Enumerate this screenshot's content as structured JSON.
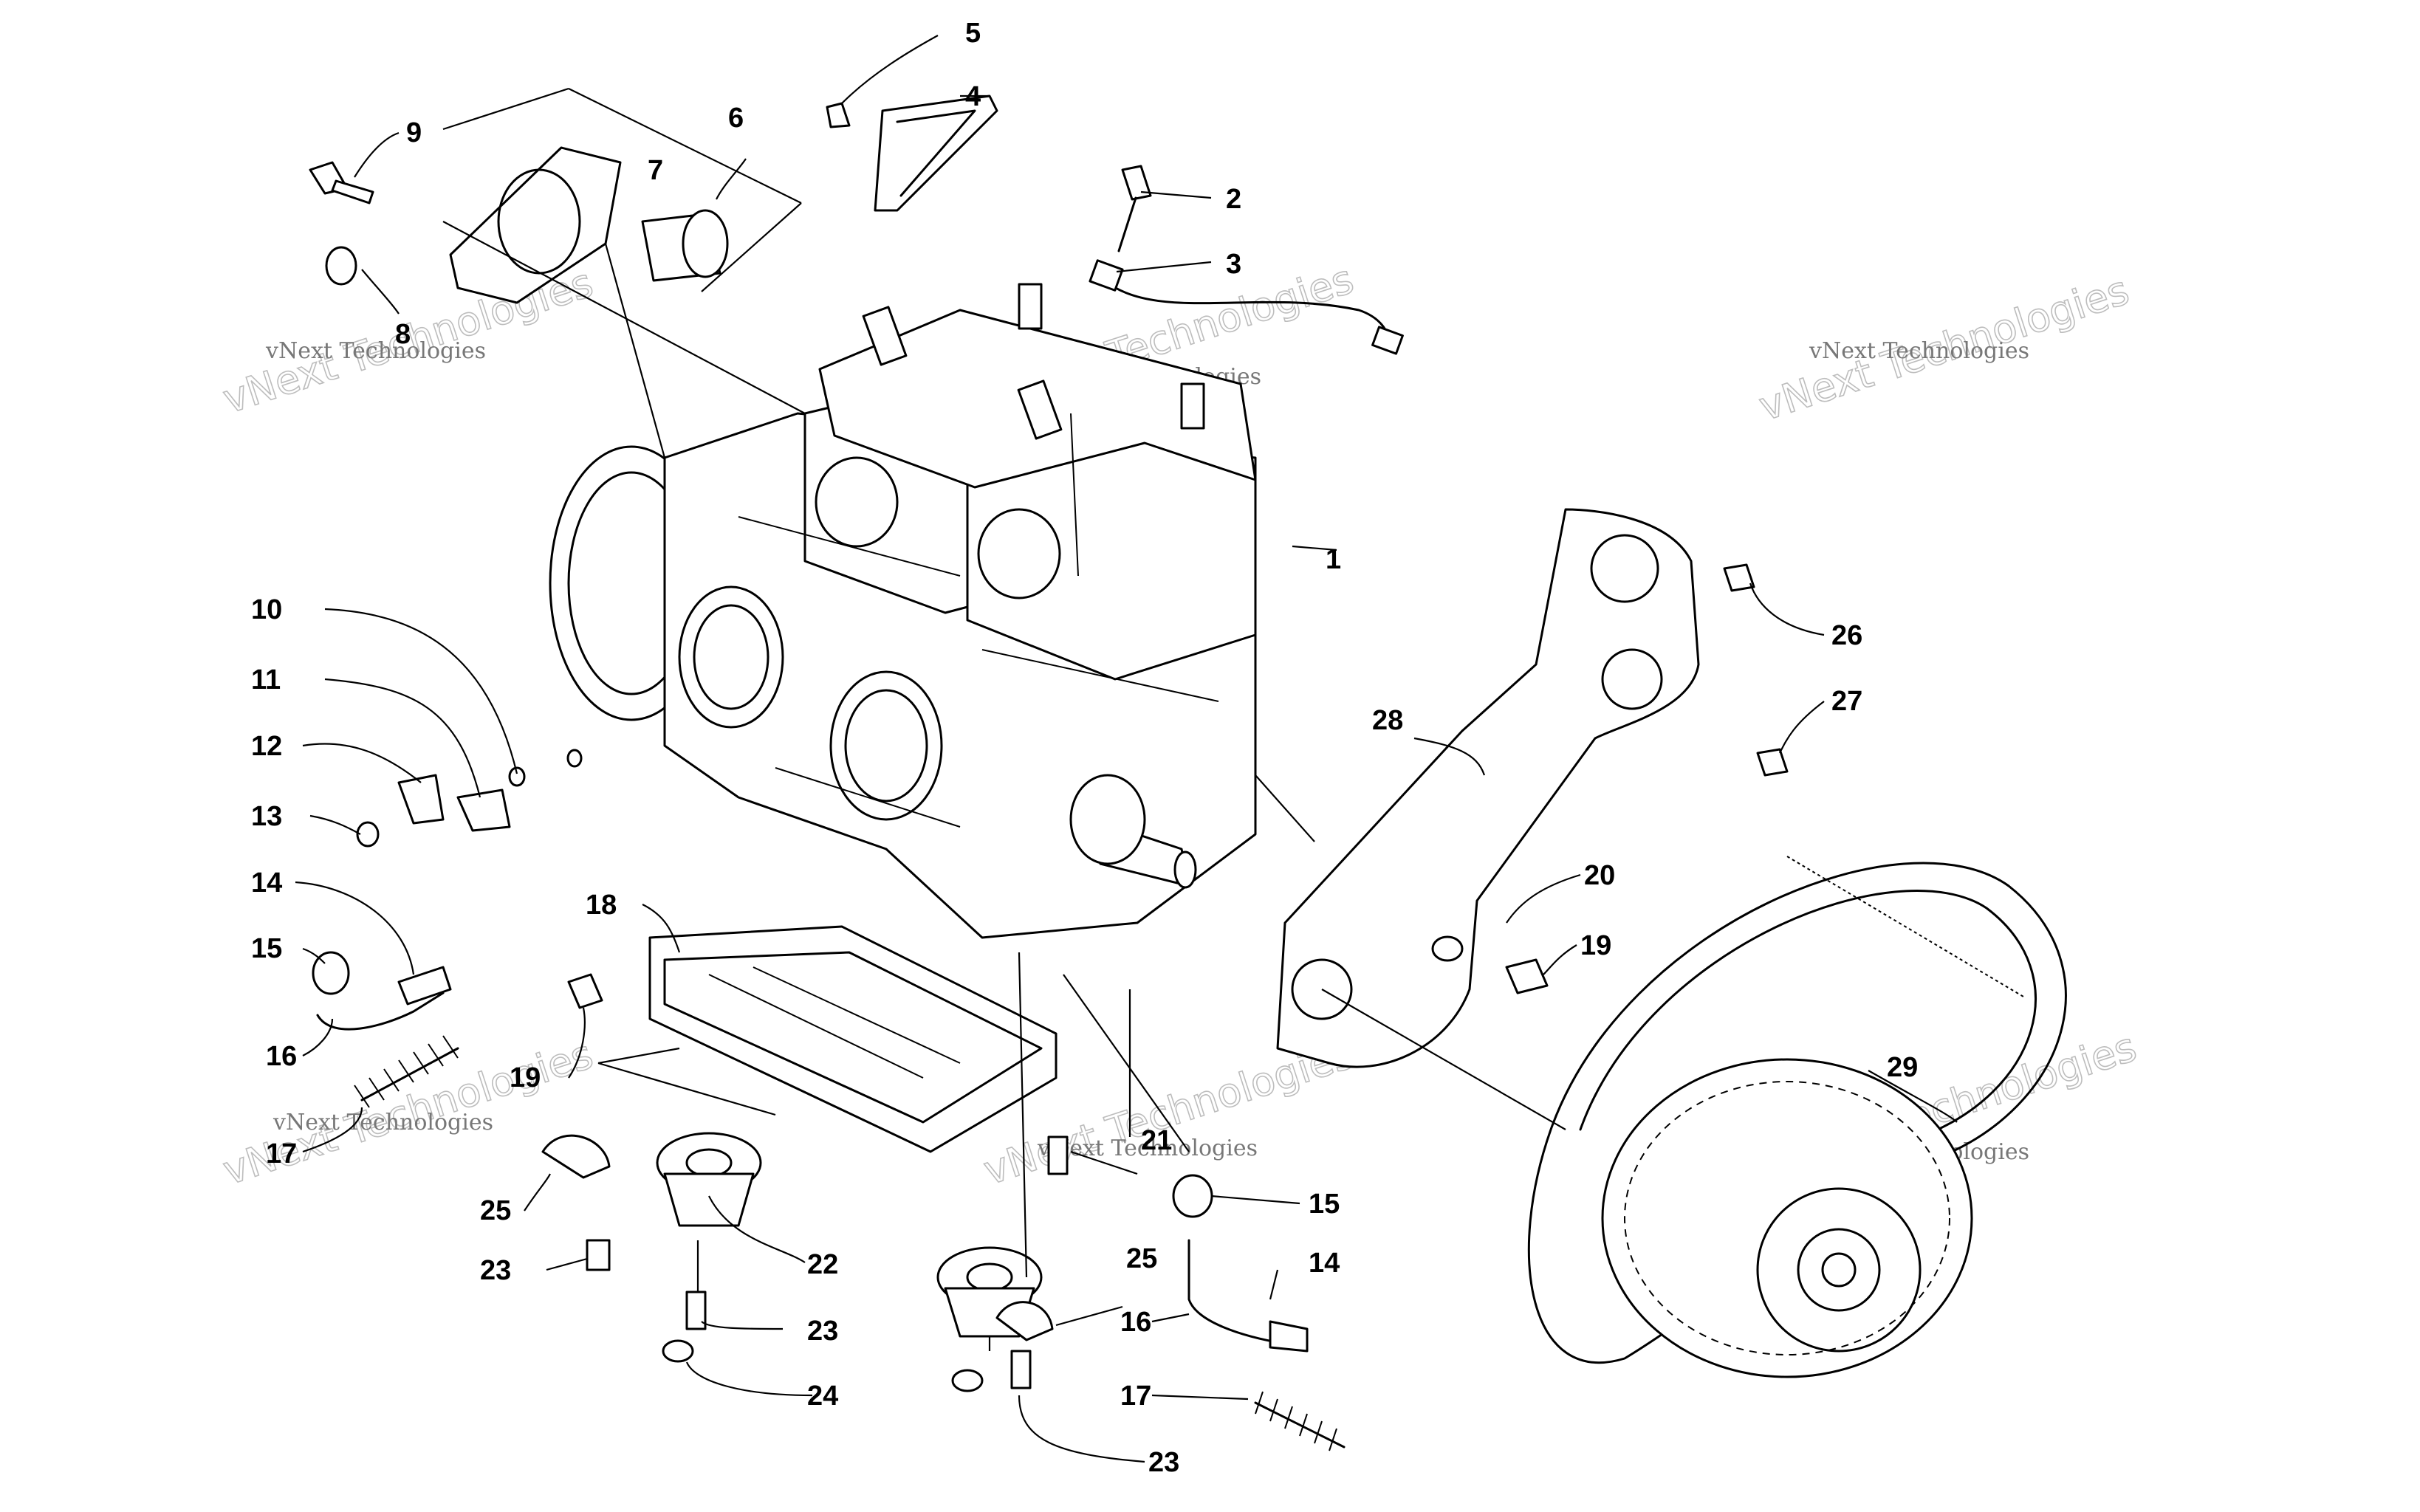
{
  "callouts": [
    "1",
    "2",
    "3",
    "4",
    "5",
    "6",
    "7",
    "8",
    "9",
    "10",
    "11",
    "12",
    "13",
    "14",
    "15",
    "16",
    "17",
    "18",
    "19",
    "19",
    "20",
    "21",
    "22",
    "23",
    "23",
    "23",
    "24",
    "25",
    "25",
    "26",
    "27",
    "28",
    "29",
    "14",
    "15",
    "16",
    "17"
  ],
  "watermark": {
    "small": "vNext Technologies",
    "big": "vNext Technologies"
  },
  "colors": {
    "line": "#000000",
    "background": "#ffffff",
    "watermark": "#bdbdbd"
  }
}
